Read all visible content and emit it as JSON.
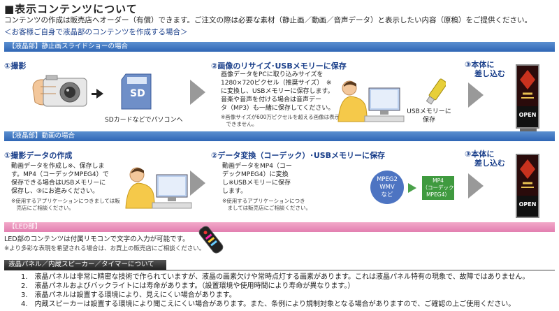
{
  "header": {
    "title": "■表示コンテンツについて",
    "intro": "コンテンツの作成は販売店へオーダー（有償）できます。ご注文の際は必要な素材（静止画／動画／音声データ）と表示したい内容（原稿）をご提供ください。",
    "self_made": "＜お客様ご自身で液晶部のコンテンツを作成する場合＞"
  },
  "still": {
    "bar": "【液晶部】静止画スライドショーの場合",
    "step1": "①撮影",
    "sd_label": "SDカードなどでパソコンへ",
    "sd_text": "SD",
    "step2": "②画像のリサイズ･USBメモリーに保存",
    "step2_lines": [
      "画像データをPCに取り込みサイズを",
      "1280×720ピクセル（推奨サイズ）　※",
      "に変換し、USBメモリーに保存します。",
      "音楽や音声を付ける場合は音声デー",
      "タ（MP3）も一緒に保存してください。"
    ],
    "step2_note": [
      "※画像サイズが600万ピクセルを超える画像は表示",
      "　できません。"
    ],
    "usb_label": [
      "USBメモリーに",
      "保存"
    ],
    "step3": [
      "③本体に",
      "差し込む"
    ]
  },
  "video": {
    "bar": "【液晶部】動画の場合",
    "step1": "①撮影データの作成",
    "step1_lines": [
      "動画データを作成し※、保存しま",
      "す。MP4（コーデックMPEG4）で",
      "保存できる場合はUSBメモリーに",
      "保存し、③にお進みください。"
    ],
    "step1_note": [
      "※使用するアプリケーションにつきましては販",
      "　売店にご相談ください。"
    ],
    "step2": "②データ変換（コーデック）･USBメモリーに保存",
    "step2_lines": [
      "動画データをMP4（コー",
      "デックMPEG4）に変換",
      "し※USBメモリーに保存",
      "します。"
    ],
    "step2_note": [
      "※使用するアプリケーションにつき",
      "　ましては販売店にご相談ください。"
    ],
    "circle": [
      "MPEG2",
      "WMV",
      "など"
    ],
    "mp4_box": [
      "MP4",
      "（コーデック",
      "MPEG4）"
    ],
    "step3": [
      "③本体に",
      "差し込む"
    ]
  },
  "led": {
    "bar": "【LED部】",
    "line1": "LED部のコンテンツは付属リモコンで文字の入力が可能です。",
    "line2": "※より多彩な表現を希望される場合は、お買上の販売店にご相談ください。"
  },
  "notes": {
    "bar": "液晶パネル／内蔵スピーカー／タイマーについて",
    "items": [
      "1.　液晶パネルは非常に精密な技術で作られていますが、液晶の画素欠けや常時点灯する画素があります。これは液晶パネル特有の現象で、故障ではありません。",
      "2.　液晶パネルおよびバックライトには寿命があります。（設置環境や使用時間により寿命が異なります。）",
      "3.　液晶パネルは設置する環境により、見えにくい場合があります。",
      "4.　内蔵スピーカーは設置する環境により聞こえにくい場合があります。また、条例により規制対象となる場合がありますので、ご確認の上ご使用ください。"
    ]
  },
  "kiosk": {
    "sign": "OPEN"
  },
  "colors": {
    "accent": "#1a3f8a",
    "bar_blue": "#3a71bd",
    "bar_pink": "#e88bb8",
    "mp4_green": "#3f9a3f"
  }
}
